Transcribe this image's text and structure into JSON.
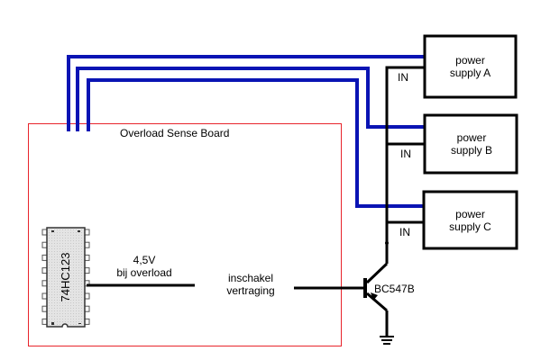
{
  "board": {
    "title": "Overload Sense Board",
    "border_color": "#e8242b"
  },
  "chip": {
    "label": "74HC123"
  },
  "signal": {
    "line1": "4,5V",
    "line2": "bij overload"
  },
  "delay": {
    "line1": "inschakel",
    "line2": "vertraging"
  },
  "transistor": {
    "label": "BC547B"
  },
  "supplies": [
    {
      "line1": "power",
      "line2": "supply A",
      "input_label": "IN"
    },
    {
      "line1": "power",
      "line2": "supply B",
      "input_label": "IN"
    },
    {
      "line1": "power",
      "line2": "supply C",
      "input_label": "IN"
    }
  ],
  "colors": {
    "sense_wire": "#0a14b4",
    "wire": "#000000"
  }
}
